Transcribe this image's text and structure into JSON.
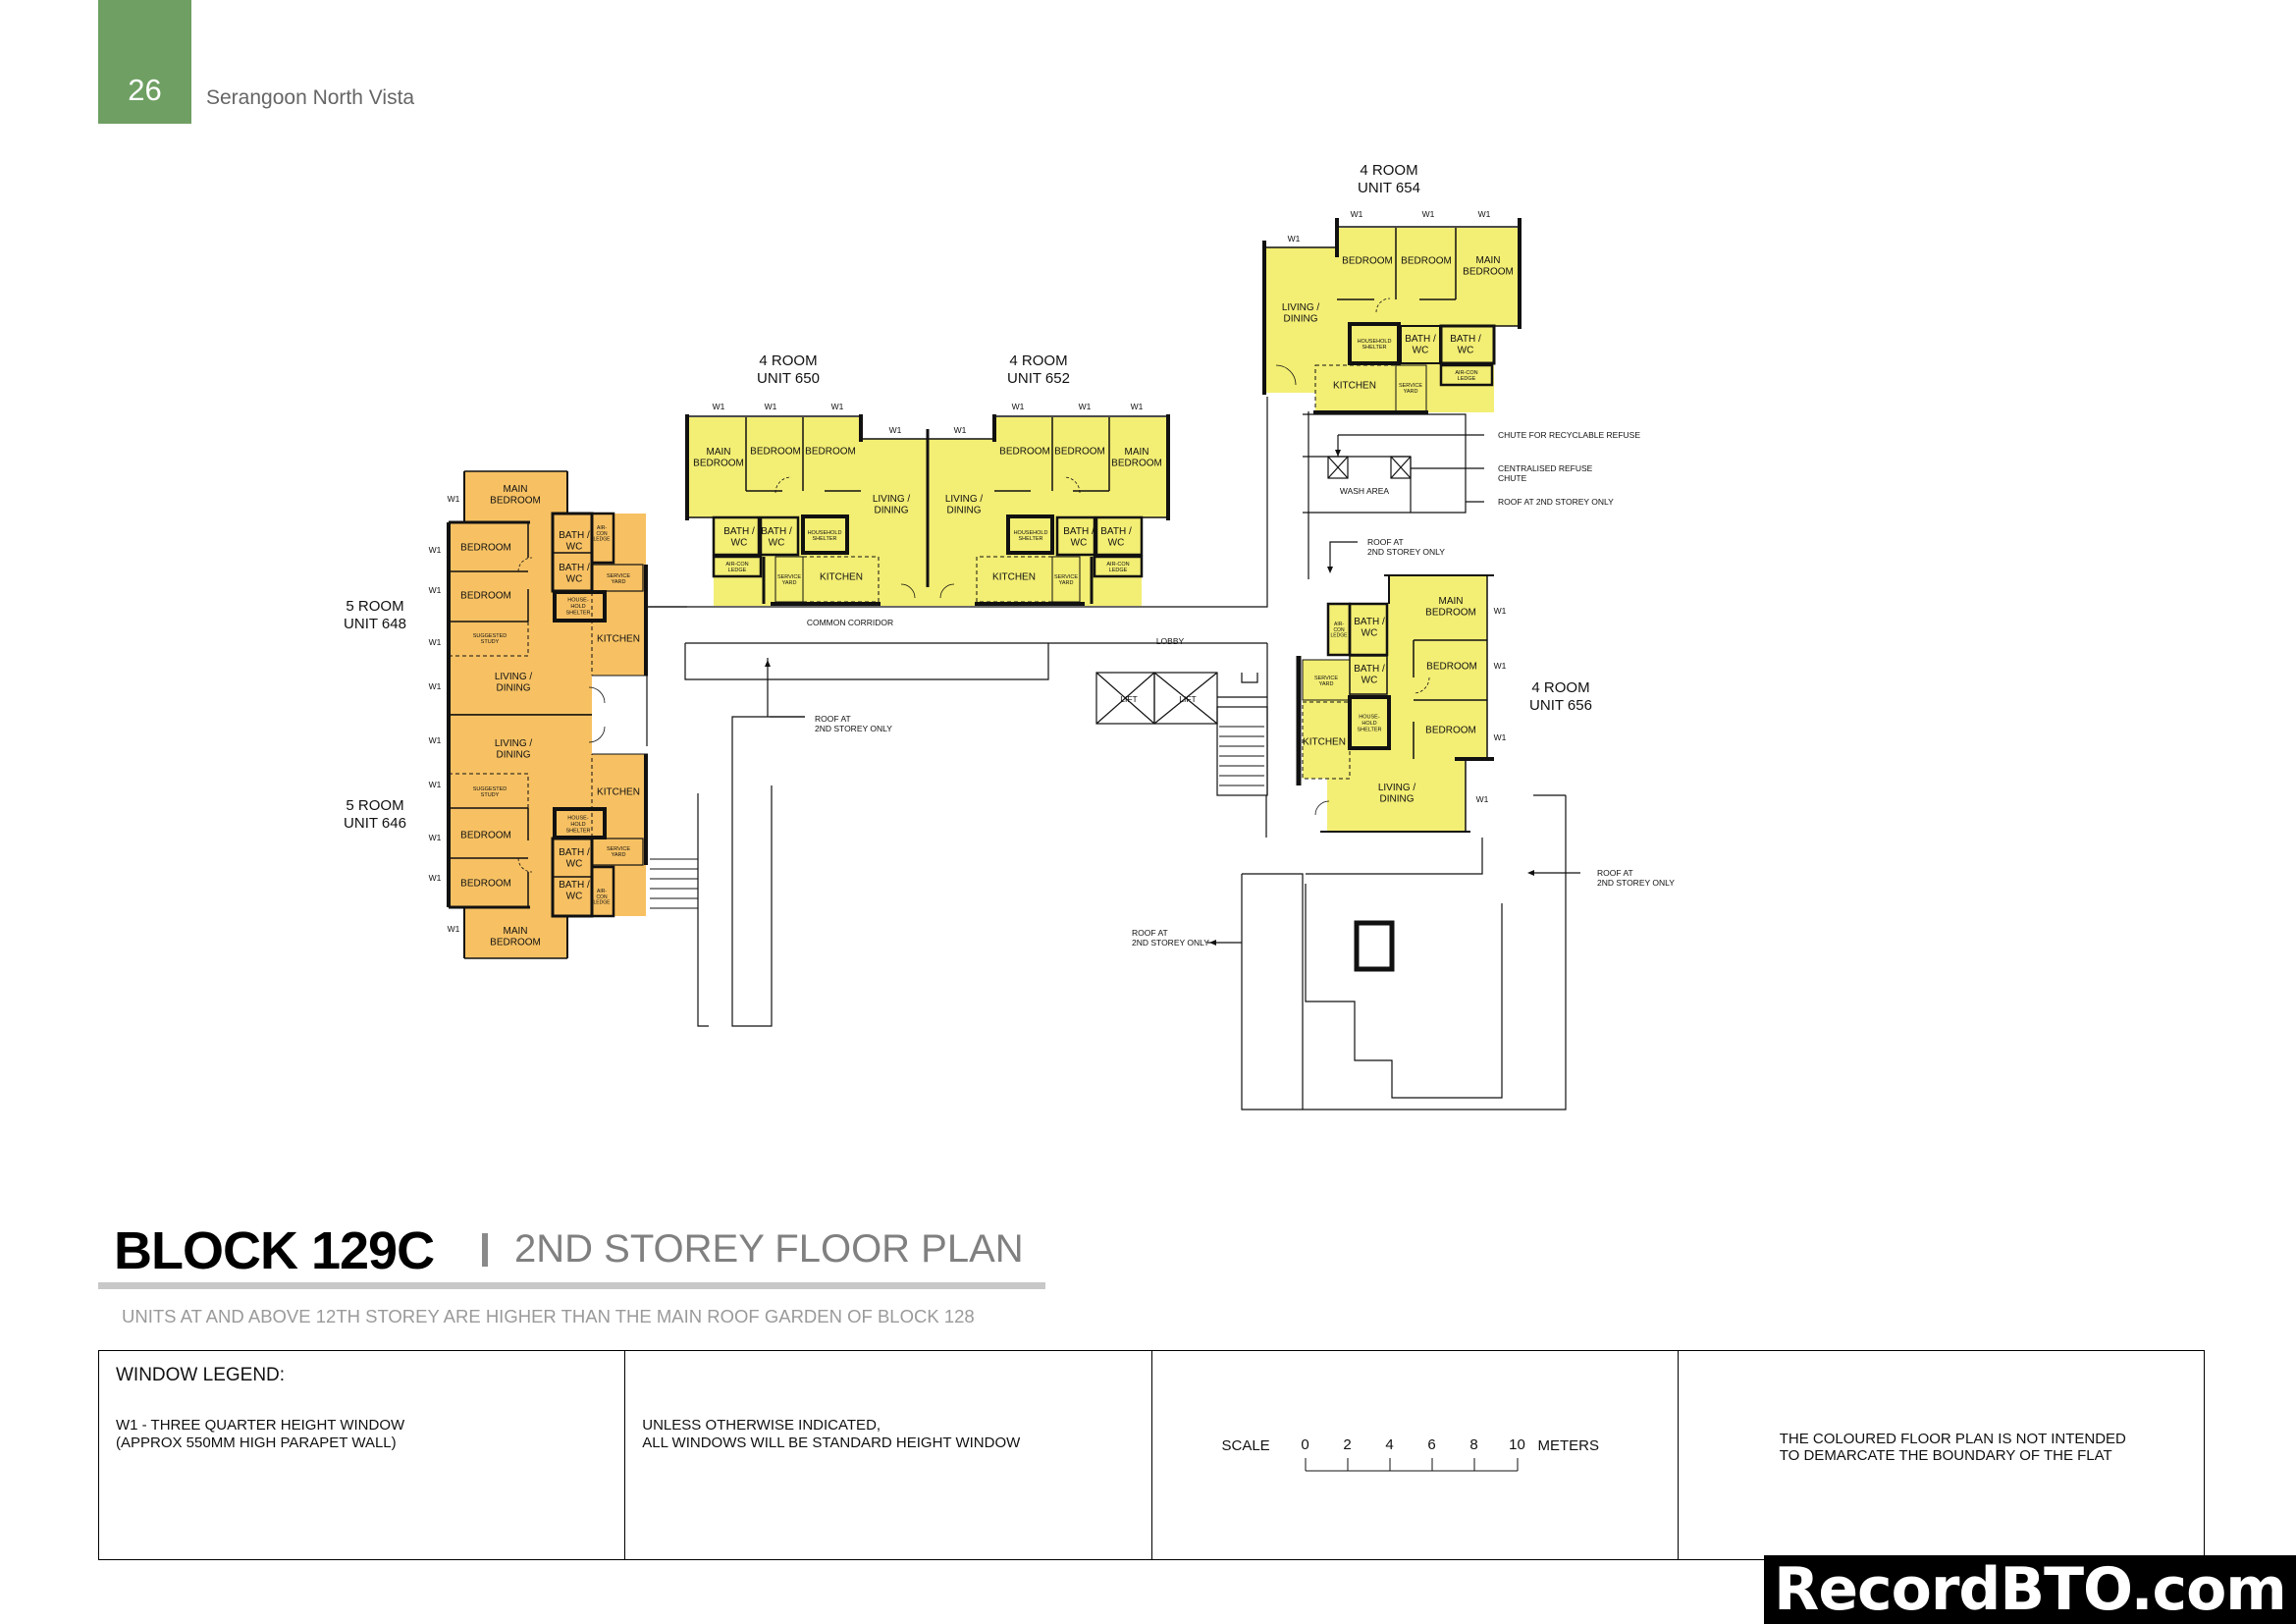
{
  "header": {
    "page_number": "26",
    "document_title": "Serangoon North Vista",
    "accent_color": "#6f9f63"
  },
  "title": {
    "block": "BLOCK 129C",
    "plan": "2ND STOREY FLOOR PLAN",
    "note": "UNITS AT AND ABOVE 12TH STOREY ARE HIGHER THAN THE MAIN ROOF GARDEN OF BLOCK 128"
  },
  "legend": {
    "heading": "WINDOW LEGEND:",
    "w1_line1": "W1 - THREE QUARTER HEIGHT WINDOW",
    "w1_line2": "(APPROX 550MM HIGH PARAPET WALL)",
    "std_line1": "UNLESS OTHERWISE INDICATED,",
    "std_line2": "ALL WINDOWS WILL BE STANDARD HEIGHT WINDOW",
    "scale_label": "SCALE",
    "scale_ticks": [
      "0",
      "2",
      "4",
      "6",
      "8",
      "10"
    ],
    "scale_unit": "METERS",
    "disclaimer_line1": "THE COLOURED FLOOR PLAN IS NOT INTENDED",
    "disclaimer_line2": "TO DEMARCATE THE BOUNDARY OF THE FLAT"
  },
  "plan": {
    "colors": {
      "five_room": "#f7c163",
      "four_room": "#f3ee74"
    },
    "window_label": "W1",
    "units": [
      {
        "type": "5 ROOM",
        "name": "UNIT 648",
        "rooms": [
          [
            "MAIN",
            "BEDROOM"
          ],
          [
            "BEDROOM"
          ],
          [
            "BEDROOM"
          ],
          [
            "SUGGESTED",
            "STUDY"
          ],
          [
            "LIVING /",
            "DINING"
          ],
          [
            "BATH /",
            "WC"
          ],
          [
            "BATH /",
            "WC"
          ],
          [
            "AIR-",
            "CON",
            "LEDGE"
          ],
          [
            "SERVICE",
            "YARD"
          ],
          [
            "HOUSE-",
            "HOLD",
            "SHELTER"
          ],
          [
            "KITCHEN"
          ]
        ]
      },
      {
        "type": "5 ROOM",
        "name": "UNIT 646",
        "rooms": [
          [
            "MAIN",
            "BEDROOM"
          ],
          [
            "BEDROOM"
          ],
          [
            "BEDROOM"
          ],
          [
            "SUGGESTED",
            "STUDY"
          ],
          [
            "LIVING /",
            "DINING"
          ],
          [
            "BATH /",
            "WC"
          ],
          [
            "BATH /",
            "WC"
          ],
          [
            "AIR-",
            "CON",
            "LEDGE"
          ],
          [
            "SERVICE",
            "YARD"
          ],
          [
            "HOUSE-",
            "HOLD",
            "SHELTER"
          ],
          [
            "KITCHEN"
          ]
        ]
      },
      {
        "type": "4 ROOM",
        "name": "UNIT 650",
        "rooms": [
          [
            "MAIN",
            "BEDROOM"
          ],
          [
            "BEDROOM"
          ],
          [
            "BEDROOM"
          ],
          [
            "LIVING /",
            "DINING"
          ],
          [
            "BATH /",
            "WC"
          ],
          [
            "BATH /",
            "WC"
          ],
          [
            "HOUSEHOLD",
            "SHELTER"
          ],
          [
            "AIR-CON",
            "LEDGE"
          ],
          [
            "SERVICE",
            "YARD"
          ],
          [
            "KITCHEN"
          ]
        ]
      },
      {
        "type": "4 ROOM",
        "name": "UNIT 652",
        "rooms": [
          [
            "MAIN",
            "BEDROOM"
          ],
          [
            "BEDROOM"
          ],
          [
            "BEDROOM"
          ],
          [
            "LIVING /",
            "DINING"
          ],
          [
            "BATH /",
            "WC"
          ],
          [
            "BATH /",
            "WC"
          ],
          [
            "HOUSEHOLD",
            "SHELTER"
          ],
          [
            "AIR-CON",
            "LEDGE"
          ],
          [
            "SERVICE",
            "YARD"
          ],
          [
            "KITCHEN"
          ]
        ]
      },
      {
        "type": "4 ROOM",
        "name": "UNIT 654",
        "rooms": [
          [
            "BEDROOM"
          ],
          [
            "BEDROOM"
          ],
          [
            "MAIN",
            "BEDROOM"
          ],
          [
            "LIVING /",
            "DINING"
          ],
          [
            "HOUSEHOLD",
            "SHELTER"
          ],
          [
            "BATH /",
            "WC"
          ],
          [
            "BATH /",
            "WC"
          ],
          [
            "AIR-CON",
            "LEDGE"
          ],
          [
            "KITCHEN"
          ],
          [
            "SERVICE",
            "YARD"
          ]
        ]
      },
      {
        "type": "4 ROOM",
        "name": "UNIT 656",
        "rooms": [
          [
            "MAIN",
            "BEDROOM"
          ],
          [
            "BEDROOM"
          ],
          [
            "BEDROOM"
          ],
          [
            "BATH /",
            "WC"
          ],
          [
            "BATH /",
            "WC"
          ],
          [
            "AIR-",
            "CON",
            "LEDGE"
          ],
          [
            "SERVICE",
            "YARD"
          ],
          [
            "HOUSE-",
            "HOLD",
            "SHELTER"
          ],
          [
            "KITCHEN"
          ],
          [
            "LIVING /",
            "DINING"
          ]
        ]
      }
    ],
    "annotations": {
      "common_corridor": "COMMON CORRIDOR",
      "lobby": "LOBBY",
      "lift": "LIFT",
      "wash_area": "WASH AREA",
      "chute_recyclable": "CHUTE FOR RECYCLABLE REFUSE",
      "centralised_chute": [
        "CENTRALISED REFUSE",
        "CHUTE"
      ],
      "roof_single_line": "ROOF AT 2ND STOREY ONLY",
      "roof_two_line": [
        "ROOF AT",
        "2ND STOREY ONLY"
      ]
    }
  },
  "watermark": "RecordBTO.com"
}
